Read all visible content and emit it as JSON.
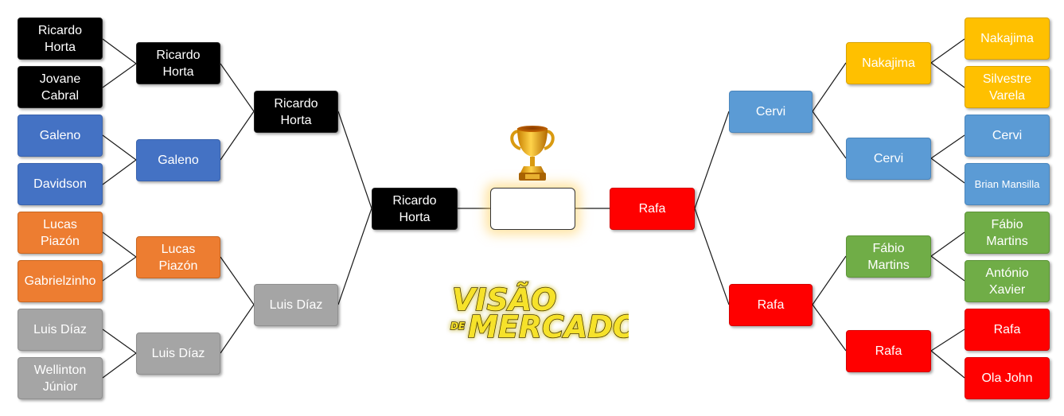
{
  "final": {
    "winner": ""
  },
  "left": {
    "round1": [
      {
        "name": "Ricardo Horta",
        "color": "#000000"
      },
      {
        "name": "Jovane Cabral",
        "color": "#000000"
      },
      {
        "name": "Galeno",
        "color": "#4472c4"
      },
      {
        "name": "Davidson",
        "color": "#4472c4"
      },
      {
        "name": "Lucas Piazón",
        "color": "#ed7d31"
      },
      {
        "name": "Gabrielzinho",
        "color": "#ed7d31"
      },
      {
        "name": "Luis Díaz",
        "color": "#a5a5a5"
      },
      {
        "name": "Wellinton Júnior",
        "color": "#a5a5a5"
      }
    ],
    "round2": [
      {
        "name": "Ricardo Horta"
      },
      {
        "name": "Galeno"
      },
      {
        "name": "Lucas Piazón"
      },
      {
        "name": "Luis Díaz"
      }
    ],
    "semi": [
      {
        "name": "Ricardo Horta"
      },
      {
        "name": "Luis Díaz"
      }
    ],
    "finalist": {
      "name": "Ricardo Horta"
    }
  },
  "right": {
    "round1": [
      {
        "name": "Nakajima",
        "color": "#ffc000"
      },
      {
        "name": "Silvestre Varela",
        "color": "#ffc000"
      },
      {
        "name": "Cervi",
        "color": "#5b9bd5"
      },
      {
        "name": "Brian Mansilla",
        "color": "#5b9bd5"
      },
      {
        "name": "Fábio Martins",
        "color": "#70ad47"
      },
      {
        "name": "António Xavier",
        "color": "#70ad47"
      },
      {
        "name": "Rafa",
        "color": "#ff0000"
      },
      {
        "name": "Ola John",
        "color": "#ff0000"
      }
    ],
    "round2": [
      {
        "name": "Nakajima"
      },
      {
        "name": "Cervi"
      },
      {
        "name": "Fábio Martins"
      },
      {
        "name": "Rafa"
      }
    ],
    "semi": [
      {
        "name": "Cervi"
      },
      {
        "name": "Rafa"
      }
    ],
    "finalist": {
      "name": "Rafa"
    }
  },
  "logo": {
    "line1": "VISÃO",
    "line2_small": "DE",
    "line2": "MERCADO"
  },
  "icons": {
    "trophy": "trophy-icon"
  }
}
